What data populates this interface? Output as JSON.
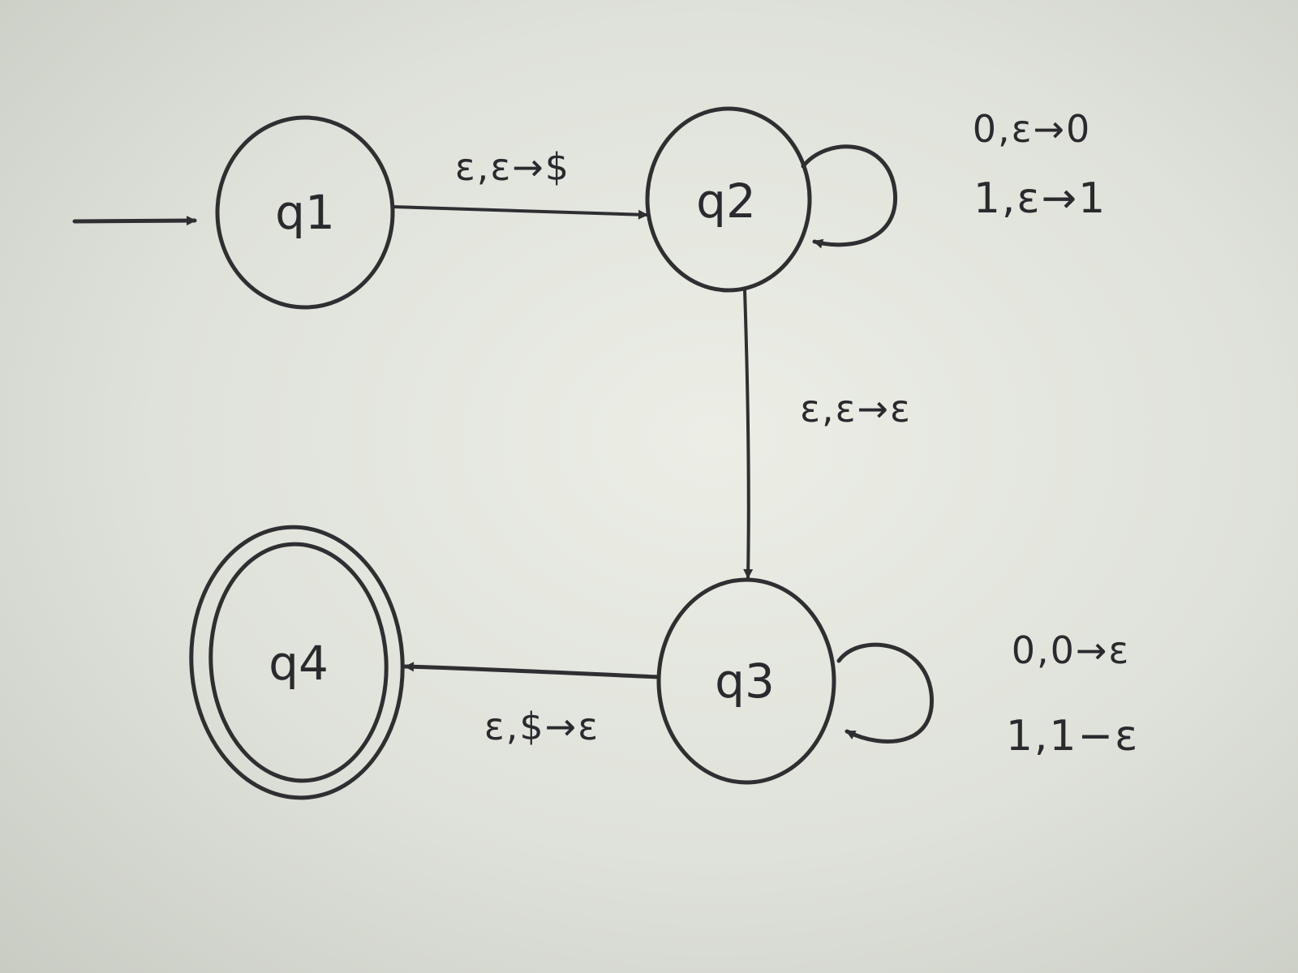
{
  "states": {
    "q1": {
      "label": "q1",
      "start": true,
      "accepting": false
    },
    "q2": {
      "label": "q2",
      "start": false,
      "accepting": false
    },
    "q3": {
      "label": "q3",
      "start": false,
      "accepting": false
    },
    "q4": {
      "label": "q4",
      "start": false,
      "accepting": true
    }
  },
  "transitions": {
    "q1_q2": {
      "label": "ε,ε→$"
    },
    "q2_loop": {
      "labels": [
        "0,ε→0",
        "1,ε→1"
      ]
    },
    "q2_q3": {
      "label": "ε,ε→ε"
    },
    "q3_loop": {
      "labels": [
        "0,0→ε",
        "1,1−ε"
      ]
    },
    "q3_q4": {
      "label": "ε,$→ε"
    }
  },
  "colors": {
    "ink": "#2f2f32",
    "paper": "#e4e7df"
  }
}
